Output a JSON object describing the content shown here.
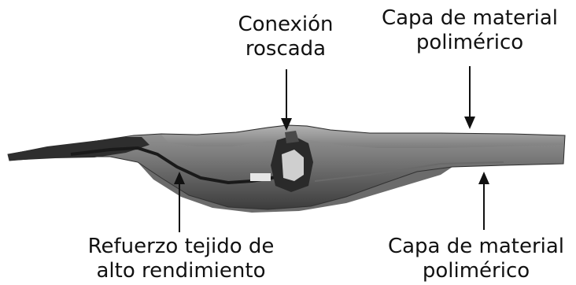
{
  "labels": {
    "conexion": {
      "line1": "Conexión",
      "line2": "roscada"
    },
    "capa_top": {
      "line1": "Capa de material",
      "line2": "polimérico"
    },
    "refuerzo": {
      "line1": "Refuerzo tejido de",
      "line2": "alto rendimiento"
    },
    "capa_bottom": {
      "line1": "Capa de material",
      "line2": "polimérico"
    }
  },
  "colors": {
    "part_dark": "#3a3a3a",
    "part_mid": "#8a8a8a",
    "part_light": "#bdbdbd",
    "arrow": "#111111",
    "background": "#ffffff"
  }
}
